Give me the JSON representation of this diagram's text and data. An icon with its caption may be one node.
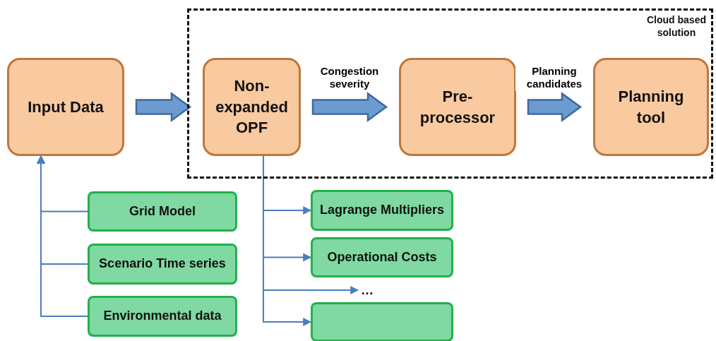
{
  "diagram": {
    "nodes": [
      {
        "text": [
          "Input Data"
        ]
      },
      {
        "text": [
          "Cloud based solution"
        ]
      },
      {
        "text": [
          "Non-expanded OPF"
        ],
        "in": 1
      },
      {
        "text": [
          "Pre-processor"
        ],
        "in": 1
      },
      {
        "text": [
          "Planning tool"
        ],
        "in": 1
      },
      {
        "text": [
          "Grid Model"
        ]
      },
      {
        "text": [
          "Scenario Time series"
        ]
      },
      {
        "text": [
          "Environmental data"
        ]
      },
      {
        "text": [
          "Lagrange Multipliers"
        ]
      },
      {
        "text": [
          "Operational Costs"
        ]
      },
      {
        "text": [
          "…"
        ]
      },
      {
        "text": [],
        "shape": "box"
      }
    ],
    "edges": [
      {
        "from": 0,
        "to": 2,
        "arrow": "to",
        "style": "thick"
      },
      {
        "from": 2,
        "to": 3,
        "arrow": "to",
        "style": "thick",
        "label": "Congestion severity"
      },
      {
        "from": 3,
        "to": 4,
        "arrow": "to",
        "style": "thick",
        "label": "Planning candidates"
      },
      {
        "from": 5,
        "to": 0,
        "arrow": "to"
      },
      {
        "from": 6,
        "to": 0,
        "arrow": "to"
      },
      {
        "from": 7,
        "to": 0,
        "arrow": "to"
      },
      {
        "from": 2,
        "to": 8,
        "arrow": "to"
      },
      {
        "from": 2,
        "to": 9,
        "arrow": "to"
      },
      {
        "from": 2,
        "to": 10,
        "arrow": "to"
      },
      {
        "from": 2,
        "to": 11,
        "arrow": "to"
      }
    ]
  }
}
